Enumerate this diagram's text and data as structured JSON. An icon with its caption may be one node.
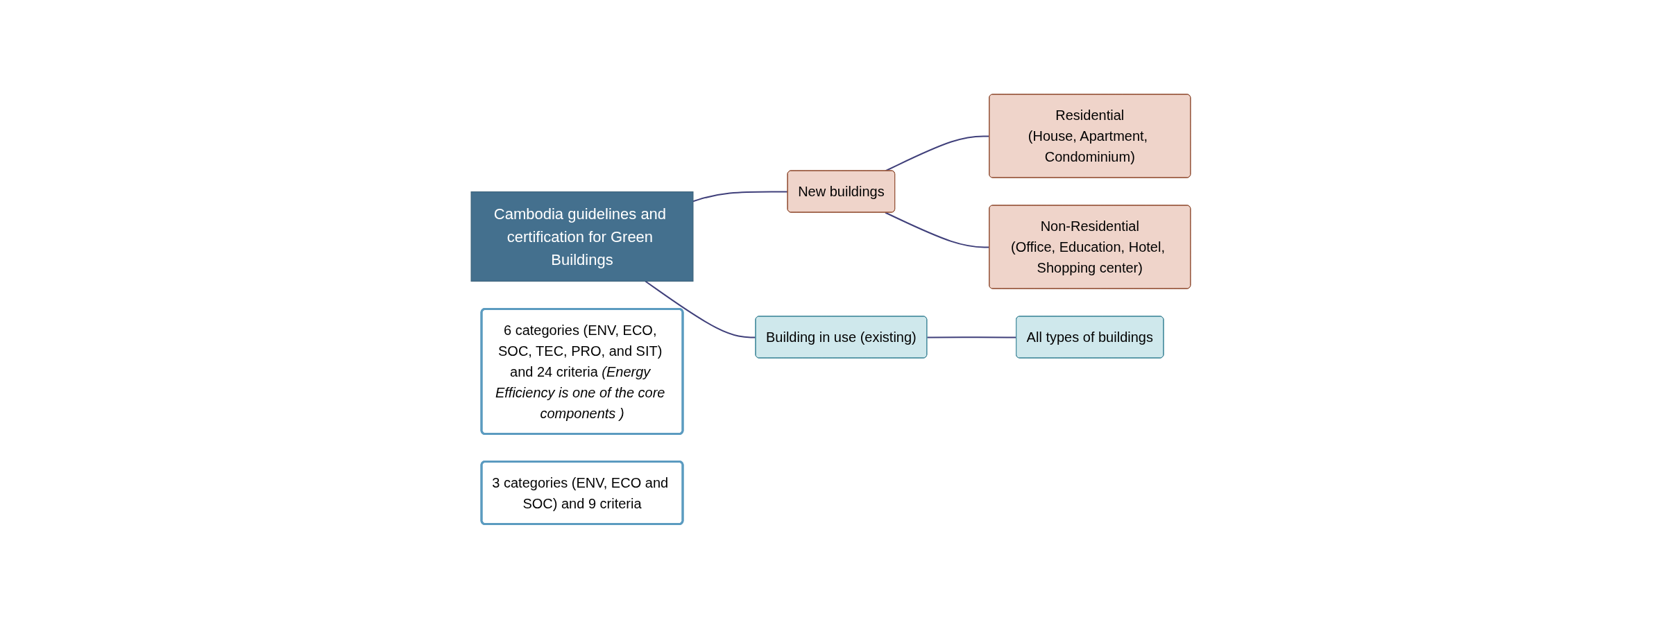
{
  "diagram": {
    "nodes": [
      {
        "text": [
          "Cambodia guidelines and certification for Green Buildings"
        ]
      },
      {
        "text": [
          "New buildings"
        ]
      },
      {
        "text": [
          "Residential",
          "(House, Apartment, Condominium)"
        ]
      },
      {
        "text": [
          "Non-Residential",
          "(Office, Education, Hotel, Shopping center)"
        ]
      },
      {
        "text": [
          "6 categories (ENV, ECO, SOC, TEC, PRO, and SIT) and 24 criteria *(Energy Efficiency is one of the core components )*"
        ]
      },
      {
        "text": [
          "Building in use (existing)"
        ]
      },
      {
        "text": [
          "All types of buildings"
        ]
      },
      {
        "text": [
          "3 categories (ENV, ECO and SOC) and 9 criteria"
        ]
      }
    ],
    "edges": [
      {
        "from": 0,
        "to": 1,
        "arrow": "none"
      },
      {
        "from": 0,
        "to": 5,
        "arrow": "none"
      },
      {
        "from": 1,
        "to": 2,
        "arrow": "none"
      },
      {
        "from": 1,
        "to": 3,
        "arrow": "none"
      },
      {
        "from": 5,
        "to": 6,
        "arrow": "none"
      }
    ]
  }
}
